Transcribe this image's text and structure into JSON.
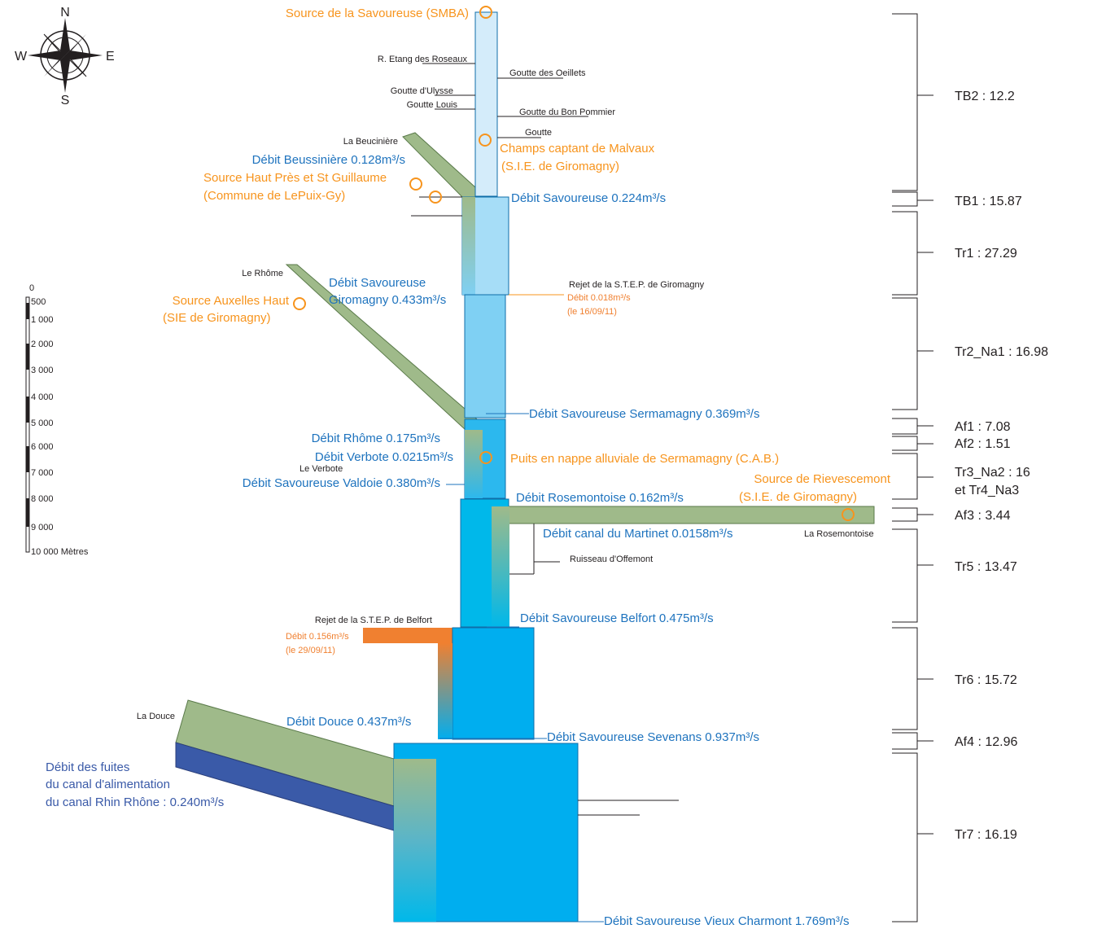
{
  "compass": {
    "n": "N",
    "s": "S",
    "e": "E",
    "w": "W"
  },
  "scale_bar": {
    "ticks": [
      "0",
      "500",
      "1 000",
      "2 000",
      "3 000",
      "4 000",
      "5 000",
      "6 000",
      "7 000",
      "8 000",
      "9 000",
      "10 000 Mètres"
    ]
  },
  "colors": {
    "savoureuse_light": "#d4ecfa",
    "savoureuse_mid": "#7fd0f3",
    "savoureuse_dark": "#00aeef",
    "tributary_green": "#9fba8a",
    "tributary_border": "#5a7a4a",
    "canal_blue": "#3a5aa8",
    "step_orange": "#f08030",
    "orange_text": "#f7941d",
    "blue_text": "#1e73be",
    "black_text": "#231f20"
  },
  "sources": {
    "savoureuse": "Source de la Savoureuse (SMBA)",
    "malvaux_1": "Champs captant de Malvaux",
    "malvaux_2": "(S.I.E. de Giromagny)",
    "haut_pres_1": "Source Haut Près et St Guillaume",
    "haut_pres_2": "(Commune de LePuix-Gy)",
    "auxelles_1": "Source Auxelles Haut",
    "auxelles_2": "(SIE de Giromagny)",
    "puits": "Puits en nappe alluviale de Sermamagny (C.A.B.)",
    "rievescemont_1": "Source de Rievescemont",
    "rievescemont_2": "(S.I.E. de Giromagny)"
  },
  "tributaries": {
    "etang_roseaux": "R. Etang des Roseaux",
    "goutte_oeillets": "Goutte des Oeillets",
    "goutte_ulysse": "Goutte d'Ulysse",
    "goutte_louis": "Goutte Louis",
    "goutte_bon_pommier": "Goutte du Bon Pommier",
    "goutte": "Goutte",
    "beuciniere": "La Beucinière",
    "rhome": "Le Rhôme",
    "verbote": "Le Verbote",
    "rosemontoise": "La Rosemontoise",
    "offemont": "Ruisseau d'Offemont",
    "douce": "La Douce"
  },
  "steps": {
    "giromagny_title": "Rejet de la S.T.E.P. de Giromagny",
    "giromagny_flow": "Débit 0.018m³/s",
    "giromagny_date": "(le 16/09/11)",
    "belfort_title": "Rejet de la S.T.E.P. de Belfort",
    "belfort_flow": "Débit 0.156m³/s",
    "belfort_date": "(le 29/09/11)"
  },
  "flows": {
    "beussiniere": "Débit Beussinière 0.128m³/s",
    "savoureuse_1": "Débit Savoureuse 0.224m³/s",
    "giromagny_1": "Débit Savoureuse",
    "giromagny_2": "Giromagny 0.433m³/s",
    "sermamagny": "Débit Savoureuse Sermamagny 0.369m³/s",
    "rhome": "Débit Rhôme 0.175m³/s",
    "verbote": "Débit Verbote 0.0215m³/s",
    "valdoie": "Débit Savoureuse Valdoie 0.380m³/s",
    "rosemontoise": "Débit Rosemontoise 0.162m³/s",
    "martinet": "Débit canal du Martinet 0.0158m³/s",
    "belfort": "Débit Savoureuse Belfort 0.475m³/s",
    "douce": "Débit Douce 0.437m³/s",
    "sevenans": "Débit Savoureuse Sevenans 0.937m³/s",
    "fuites_1": "Débit des fuites",
    "fuites_2": "du canal d'alimentation",
    "fuites_3": "du canal Rhin Rhône : 0.240m³/s",
    "vieux_charmont": "Débit Savoureuse Vieux Charmont 1.769m³/s"
  },
  "sections": [
    "TB2 : 12.2",
    "TB1 : 15.87",
    "Tr1 : 27.29",
    "Tr2_Na1 : 16.98",
    "Af1 : 7.08",
    "Af2 : 1.51",
    "Tr3_Na2 : 16",
    "et Tr4_Na3",
    "Af3 : 3.44",
    "Tr5 : 13.47",
    "Tr6 : 15.72",
    "Af4 : 12.96",
    "Tr7 : 16.19"
  ]
}
